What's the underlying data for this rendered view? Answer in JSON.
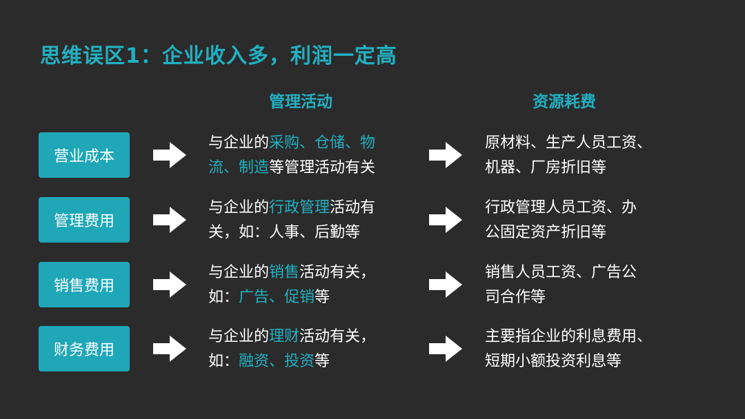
{
  "title": "思维误区1：企业收入多，利润一定高",
  "headers": {
    "management": "管理活动",
    "resources": "资源耗费"
  },
  "colors": {
    "accent": "#21b0c2",
    "badge": "#1fa7b8",
    "background": "#2b2b2b",
    "text": "#ffffff"
  },
  "rows": [
    {
      "label": "营业成本",
      "mgmt": [
        [
          {
            "t": "与企业的",
            "h": false
          },
          {
            "t": "采购、仓储、物",
            "h": true
          }
        ],
        [
          {
            "t": "流、制造",
            "h": true
          },
          {
            "t": "等管理活动有关",
            "h": false
          }
        ]
      ],
      "res": [
        "原材料、生产人员工资、",
        "机器、厂房折旧等"
      ]
    },
    {
      "label": "管理费用",
      "mgmt": [
        [
          {
            "t": "与企业的",
            "h": false
          },
          {
            "t": "行政管理",
            "h": true
          },
          {
            "t": "活动有",
            "h": false
          }
        ],
        [
          {
            "t": "关，如：人事、后勤等",
            "h": false
          }
        ]
      ],
      "res": [
        "行政管理人员工资、办",
        "公固定资产折旧等"
      ]
    },
    {
      "label": "销售费用",
      "mgmt": [
        [
          {
            "t": "与企业的",
            "h": false
          },
          {
            "t": "销售",
            "h": true
          },
          {
            "t": "活动有关，",
            "h": false
          }
        ],
        [
          {
            "t": "如：",
            "h": false
          },
          {
            "t": "广告、促销",
            "h": true
          },
          {
            "t": "等",
            "h": false
          }
        ]
      ],
      "res": [
        "销售人员工资、广告公",
        "司合作等"
      ]
    },
    {
      "label": "财务费用",
      "mgmt": [
        [
          {
            "t": "与企业的",
            "h": false
          },
          {
            "t": "理财",
            "h": true
          },
          {
            "t": "活动有关，",
            "h": false
          }
        ],
        [
          {
            "t": "如：",
            "h": false
          },
          {
            "t": "融资、投资",
            "h": true
          },
          {
            "t": "等",
            "h": false
          }
        ]
      ],
      "res": [
        "主要指企业的利息费用、",
        "短期小额投资利息等"
      ]
    }
  ]
}
